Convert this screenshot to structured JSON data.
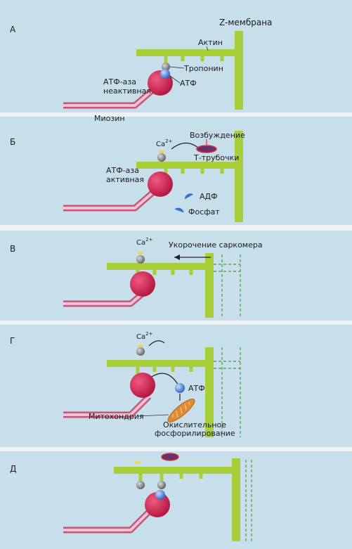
{
  "header": {
    "z_membrane": "Z-мембрана"
  },
  "panels": [
    {
      "letter": "А",
      "labels": {
        "actin": "Актин",
        "troponin": "Тропонин",
        "atpase": "АТФ-аза",
        "atpase_state": "неактивная",
        "atp": "АТФ",
        "myosin": "Миозин"
      }
    },
    {
      "letter": "Б",
      "labels": {
        "ca": "Ca",
        "ca_sup": "2+",
        "excitation": "Возбуждение",
        "t_tubules": "Т-трубочки",
        "atpase": "АТФ-аза",
        "atpase_state": "активная",
        "adp": "АДФ",
        "phosphate": "Фосфат"
      }
    },
    {
      "letter": "В",
      "labels": {
        "ca": "Ca",
        "ca_sup": "2+",
        "shortening": "Укорочение саркомера"
      }
    },
    {
      "letter": "Г",
      "labels": {
        "ca": "Ca",
        "ca_sup": "2+",
        "atp": "АТФ",
        "mitochondria": "Митохондрия",
        "oxphos_line1": "Окислительное",
        "oxphos_line2": "фосфорилирование"
      }
    },
    {
      "letter": "Д",
      "labels": {}
    }
  ],
  "colors": {
    "actin": "#a8cf3a",
    "actin_dark": "#7aa320",
    "myosin": "#e79ab0",
    "myosin_dark": "#c4587a",
    "myosin_head": "#c51d4d",
    "atp_sphere": "#3a6fd0",
    "troponin": "#8a8a8a",
    "calcium": "#f2d64a",
    "t_tubule": "#6b2f6b",
    "mitochondria": "#e08a34"
  }
}
